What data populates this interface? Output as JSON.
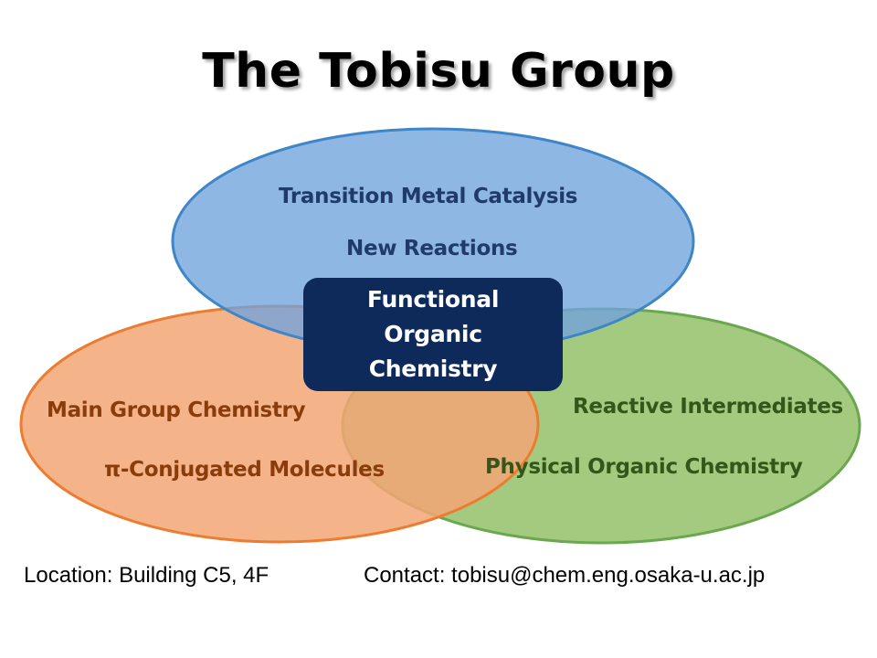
{
  "title": "The Tobisu Group",
  "circles": {
    "top": {
      "lines": [
        "Transition Metal Catalysis",
        "New Reactions"
      ],
      "fill": "#8fb5e0",
      "stroke": "#3f86c7"
    },
    "left": {
      "lines": [
        "Main Group Chemistry",
        "π-Conjugated Molecules"
      ],
      "fill": "#f3a676",
      "stroke": "#ec7c30"
    },
    "right": {
      "lines": [
        "Reactive Intermediates",
        "Physical Organic Chemistry"
      ],
      "fill": "#9cc675",
      "stroke": "#6aa84f"
    }
  },
  "center": {
    "lines": [
      "Functional",
      "Organic",
      "Chemistry"
    ],
    "fill": "#0e2a5a"
  },
  "footer": {
    "location": "Location: Building C5, 4F",
    "contact": "Contact: tobisu@chem.eng.osaka-u.ac.jp"
  }
}
